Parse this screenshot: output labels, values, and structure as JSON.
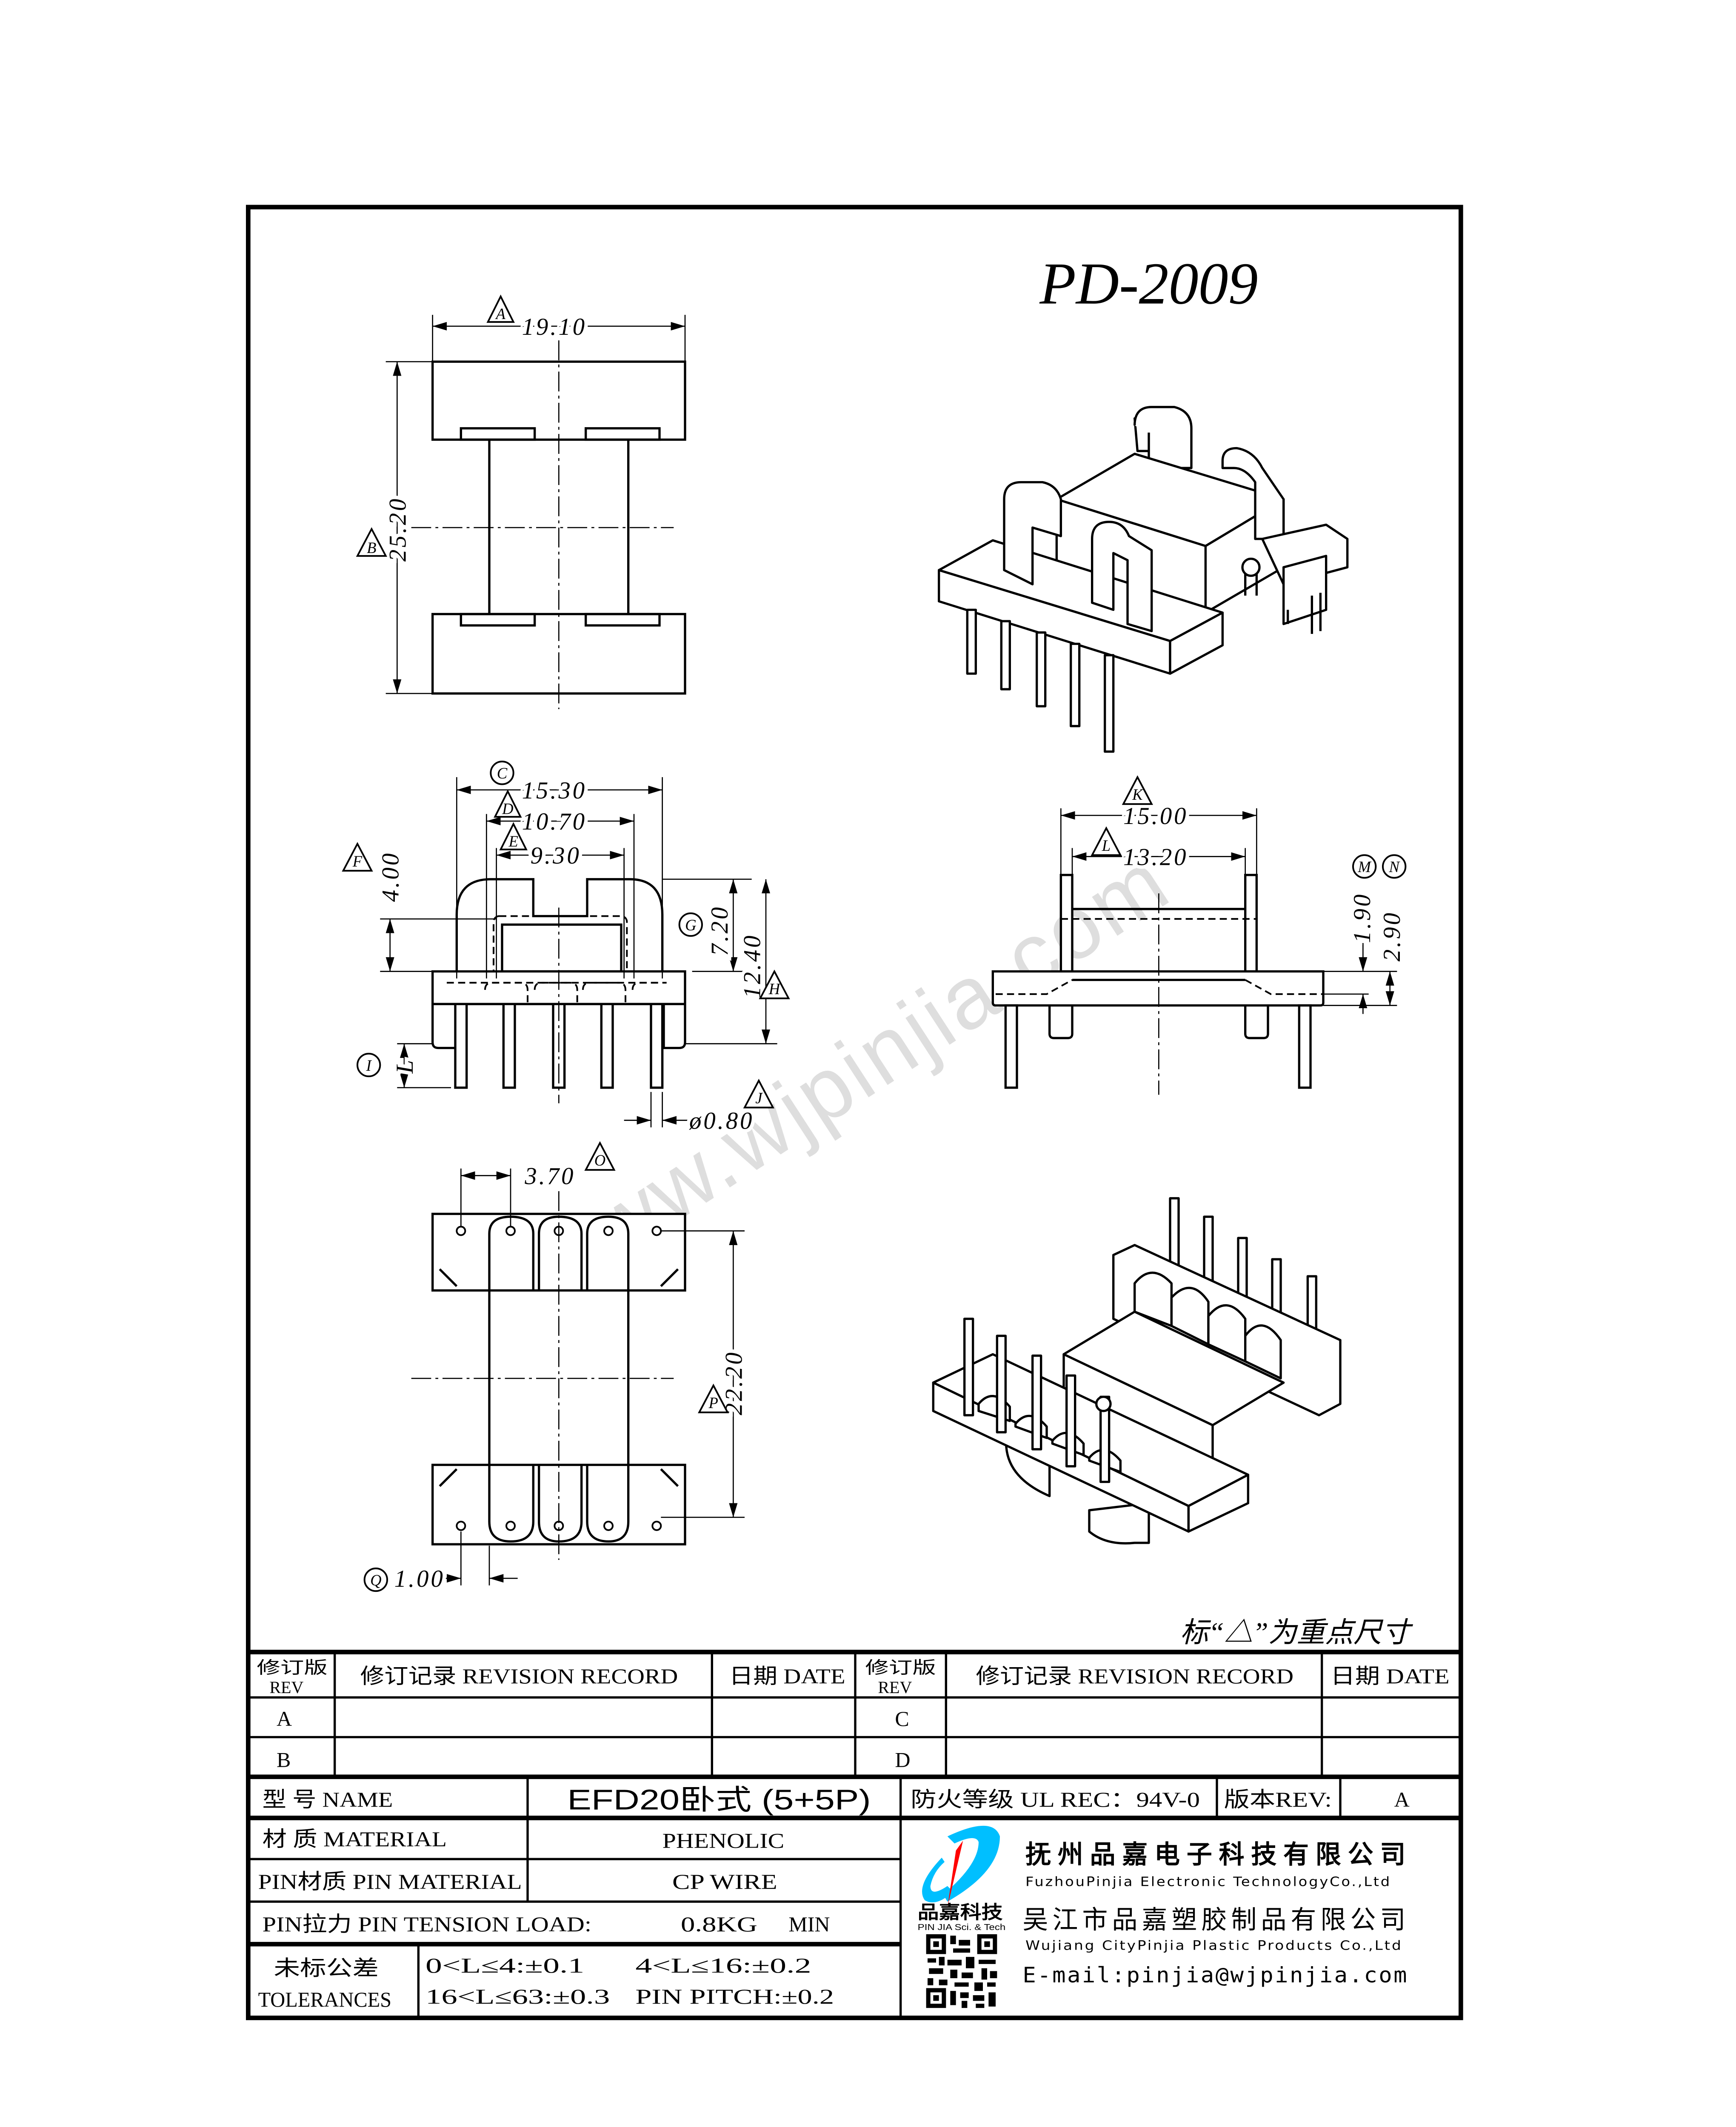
{
  "drawing": {
    "part_number": "PD-2009",
    "note": "标“△”为重点尺寸",
    "watermark": "www.wjpinjia.com"
  },
  "dimensions": {
    "A": {
      "tag": "A",
      "value": "19.10"
    },
    "B": {
      "tag": "B",
      "value": "25.20"
    },
    "C": {
      "tag": "C",
      "value": "15.30"
    },
    "D": {
      "tag": "D",
      "value": "10.70"
    },
    "E": {
      "tag": "E",
      "value": "9.30"
    },
    "F": {
      "tag": "F",
      "value": "4.00"
    },
    "G": {
      "tag": "G",
      "value": "7.20"
    },
    "H": {
      "tag": "H",
      "value": "12.40"
    },
    "I": {
      "tag": "I",
      "value": "L"
    },
    "J": {
      "tag": "J",
      "value": "ø0.80"
    },
    "K": {
      "tag": "K",
      "value": "15.00"
    },
    "L": {
      "tag": "L",
      "value": "13.20"
    },
    "M": {
      "tag": "M",
      "value": "1.90"
    },
    "N": {
      "tag": "N",
      "value": "2.90"
    },
    "O": {
      "tag": "O",
      "value": "3.70"
    },
    "P": {
      "tag": "P",
      "value": "22.20"
    },
    "Q": {
      "tag": "Q",
      "value": "1.00"
    }
  },
  "revision_table": {
    "rev_header_cn": "修订版",
    "rev_header_en": "REV",
    "record_header": "修订记录 REVISION RECORD",
    "date_header": "日期 DATE",
    "rows_left": [
      "A",
      "B"
    ],
    "rows_right": [
      "C",
      "D"
    ]
  },
  "title_block": {
    "name_label": "型 号 NAME",
    "name_value": "EFD20卧式 (5+5P)",
    "fire_rating": "防火等级 UL REC：94V-0",
    "version_label": "版本REV:",
    "version_value": "A",
    "material_label": "材 质 MATERIAL",
    "material_value": "PHENOLIC",
    "pin_material_label": "PIN材质 PIN MATERIAL",
    "pin_material_value": "CP WIRE",
    "tension_label": "PIN拉力 PIN TENSION LOAD:",
    "tension_value": "0.8KG",
    "tension_unit": "MIN",
    "tolerance_label_cn": "未标公差",
    "tolerance_label_en": "TOLERANCES",
    "tolerances": [
      "0<L≤4:±0.1",
      "4<L≤16:±0.2",
      "16<L≤63:±0.3",
      "PIN PITCH:±0.2"
    ]
  },
  "company": {
    "logo_cn": "品嘉科技",
    "logo_en": "PIN JIA Sci. & Tech",
    "name1_cn": "抚州品嘉电子科技有限公司",
    "name1_en": "FuzhouPinjia Electronic TechnologyCo.,Ltd",
    "name2_cn": "吴江市品嘉塑胶制品有限公司",
    "name2_en": "Wujiang CityPinjia  Plastic Products Co.,Ltd",
    "email": "E-mail:pinjia@wjpinjia.com",
    "logo_colors": {
      "blue": "#00bfff",
      "red": "#ff0000"
    }
  }
}
